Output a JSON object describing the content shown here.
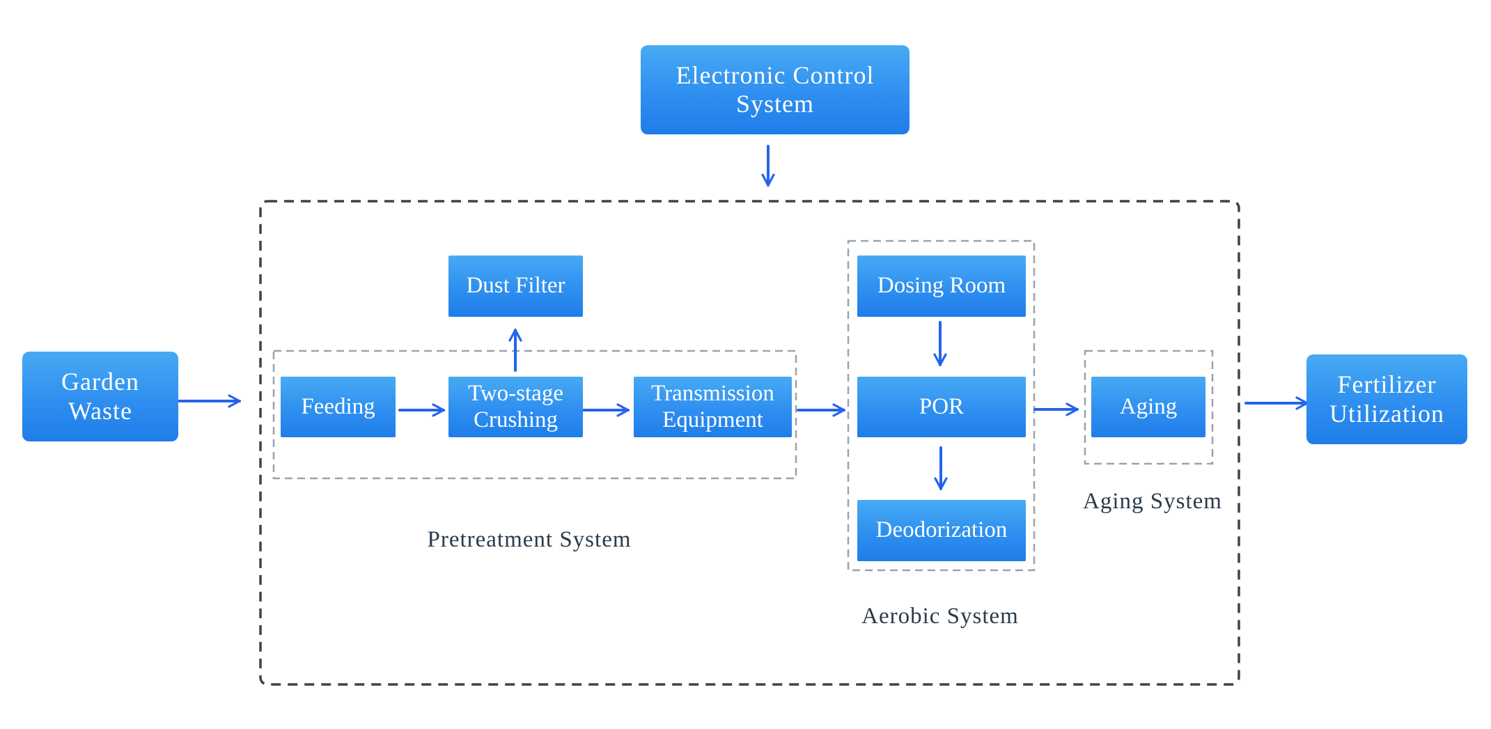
{
  "nodes": {
    "electronic_control": "Electronic Control\nSystem",
    "garden_waste": "Garden\nWaste",
    "feeding": "Feeding",
    "two_stage_crushing": "Two-stage\nCrushing",
    "dust_filter": "Dust Filter",
    "transmission_equipment": "Transmission\nEquipment",
    "dosing_room": "Dosing Room",
    "por": "POR",
    "deodorization": "Deodorization",
    "aging": "Aging",
    "fertilizer_utilization": "Fertilizer\nUtilization"
  },
  "groups": {
    "pretreatment": "Pretreatment System",
    "aerobic": "Aerobic System",
    "aging": "Aging System"
  },
  "colors": {
    "node_top": "#48aaf3",
    "node_bottom": "#1f7de9",
    "arrow": "#2563eb",
    "outer_border": "#3a4252",
    "group_border": "#9aa3ab",
    "label_text": "#2b3a4d"
  }
}
